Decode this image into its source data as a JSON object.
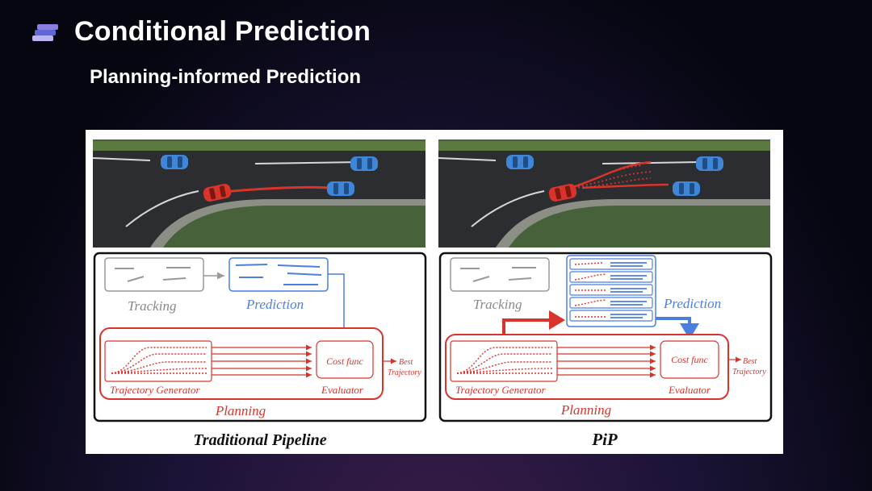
{
  "slide": {
    "title": "Conditional Prediction",
    "subtitle": "Planning-informed Prediction"
  },
  "colors": {
    "accent_red": "#d8342c",
    "accent_blue": "#4a7fe0",
    "panel_bg": "#ffffff"
  },
  "panels": [
    {
      "caption": "Traditional Pipeline",
      "tracking_label": "Tracking",
      "prediction_label": "Prediction",
      "planning_label": "Planning",
      "trajectory_generator_label": "Trajectory Generator",
      "evaluator_label": "Evaluator",
      "cost_func_label": "Cost func",
      "output_label_line1": "Best",
      "output_label_line2": "Trajectory"
    },
    {
      "caption": "PiP",
      "tracking_label": "Tracking",
      "prediction_label": "Prediction",
      "planning_label": "Planning",
      "trajectory_generator_label": "Trajectory Generator",
      "evaluator_label": "Evaluator",
      "cost_func_label": "Cost func",
      "output_label_line1": "Best",
      "output_label_line2": "Trajectory"
    }
  ]
}
